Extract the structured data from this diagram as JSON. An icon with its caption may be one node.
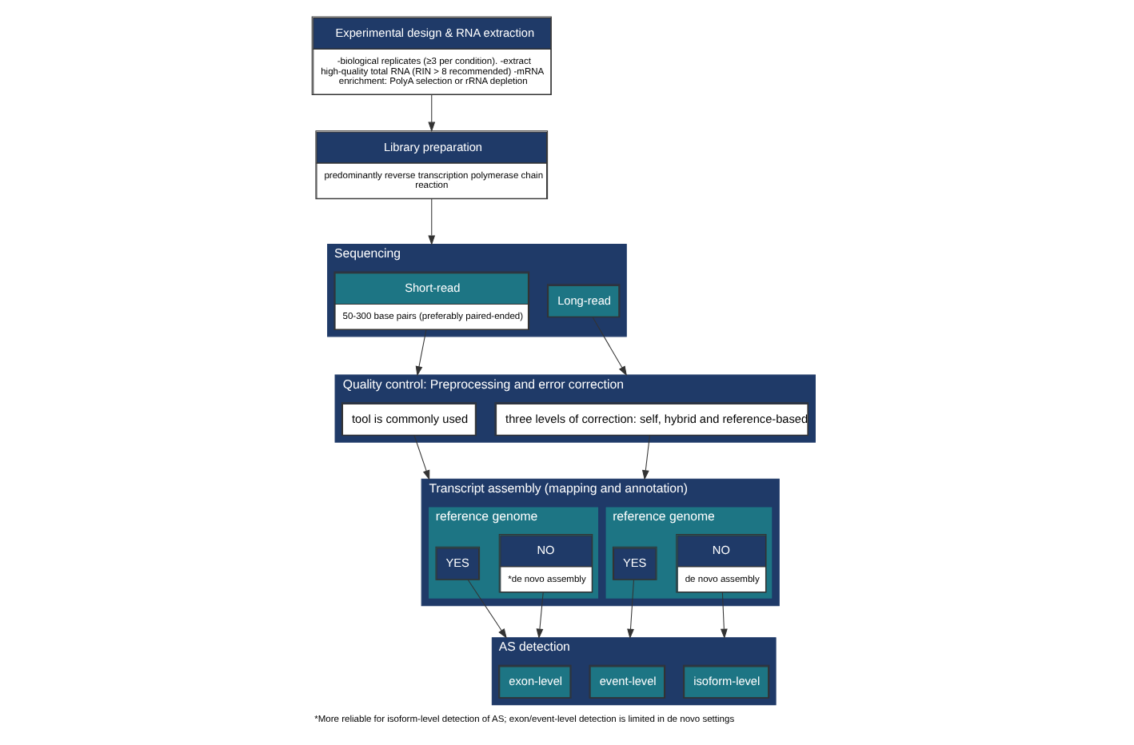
{
  "diagram": {
    "caption": "*More reliable for isoform-level detection of AS; exon/event-level detection is limited in de novo settings",
    "nodes": [
      {
        "text": [
          "Experimental design & RNA extraction",
          "-biological replicates (≥3 per condition). -extract high-quality total RNA (RIN > 8 recommended) -mRNA enrichment: PolyA selection or rRNA depletion"
        ]
      },
      {
        "text": [
          "Library preparation",
          "predominantly reverse transcription polymerase chain reaction"
        ]
      },
      {
        "text": [
          "Sequencing"
        ]
      },
      {
        "text": [
          "Short-read",
          "50-300 base pairs (preferably paired-ended)"
        ],
        "in": 2
      },
      {
        "text": [
          "Long-read"
        ],
        "in": 2
      },
      {
        "text": [
          "Quality control: Preprocessing and error correction"
        ]
      },
      {
        "text": [
          "tool is commonly used"
        ],
        "in": 5
      },
      {
        "text": [
          "three levels of correction: self, hybrid and reference-based"
        ],
        "in": 5
      },
      {
        "text": [
          "Transcript assembly (mapping and annotation)"
        ]
      },
      {
        "text": [
          "reference genome"
        ],
        "in": 8
      },
      {
        "text": [
          "reference genome"
        ],
        "in": 8
      },
      {
        "text": [
          "YES"
        ],
        "in": 9
      },
      {
        "text": [
          "NO",
          "*de novo assembly"
        ],
        "in": 9
      },
      {
        "text": [
          "YES"
        ],
        "in": 10
      },
      {
        "text": [
          "NO",
          "de novo assembly"
        ],
        "in": 10
      },
      {
        "text": [
          "AS detection"
        ]
      },
      {
        "text": [
          "exon-level"
        ],
        "in": 15
      },
      {
        "text": [
          "event-level"
        ],
        "in": 15
      },
      {
        "text": [
          "isoform-level"
        ],
        "in": 15
      }
    ],
    "edges": [
      {
        "from": 0,
        "to": 1,
        "arrow": "to"
      },
      {
        "from": 1,
        "to": 2,
        "arrow": "to"
      },
      {
        "from": 3,
        "to": 5,
        "arrow": "to"
      },
      {
        "from": 4,
        "to": 5,
        "arrow": "to"
      },
      {
        "from": 6,
        "to": 8,
        "arrow": "to"
      },
      {
        "from": 7,
        "to": 8,
        "arrow": "to"
      },
      {
        "from": 11,
        "to": 15,
        "arrow": "to"
      },
      {
        "from": 12,
        "to": 15,
        "arrow": "to"
      },
      {
        "from": 13,
        "to": 15,
        "arrow": "to"
      },
      {
        "from": 14,
        "to": 15,
        "arrow": "to"
      }
    ]
  }
}
